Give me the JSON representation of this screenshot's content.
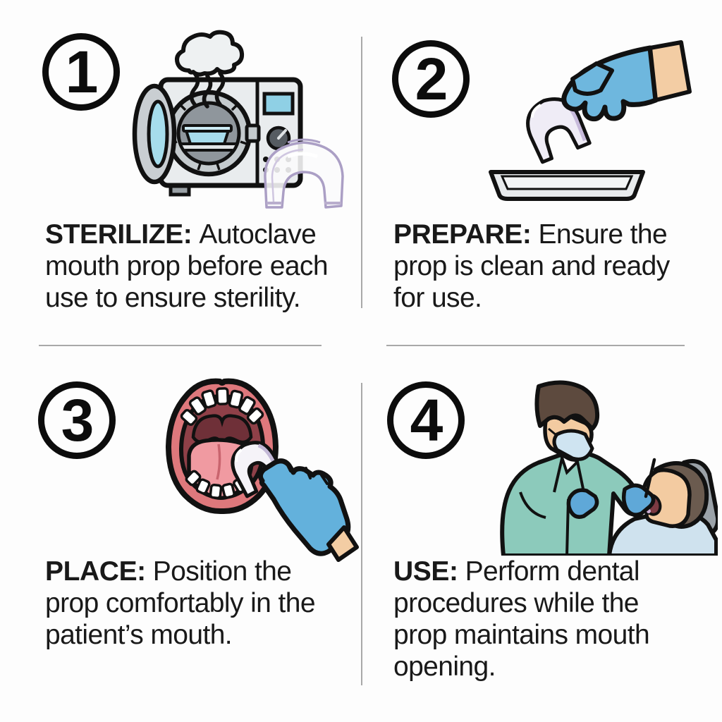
{
  "title": "mouth-prop-usage-instructions",
  "colors": {
    "outline": "#111111",
    "divider_gray": "#a9a9a9",
    "text": "#191919",
    "glove_blue": "#6eb7de",
    "scrub_teal": "#8ccabb",
    "mask_blue": "#cfe4f1",
    "skin": "#f3cda4",
    "lips_red": "#de787c",
    "mouth_dark": "#8f4048",
    "tongue_pink": "#f09aa1",
    "machine_gray": "#e9ecee",
    "screen_blue": "#8fd0e5",
    "prop_lavender": "#efecf6",
    "chair_gray": "#9ba2a8",
    "shirt_blue": "#cfe2ee"
  },
  "panels": [
    {
      "number": "1",
      "label": "STERILIZE:",
      "line1_rest": "Autoclave",
      "line2": "mouth prop before each",
      "line3": "use to ensure sterility.",
      "illustration": "autoclave-steaming-with-mouth-prop"
    },
    {
      "number": "2",
      "label": "PREPARE:",
      "line1_rest": "Ensure the",
      "line2": "prop is clean and ready",
      "line3": "for use.",
      "illustration": "gloved-hand-holding-prop-over-tray"
    },
    {
      "number": "3",
      "label": "PLACE:",
      "line1_rest": "Position the",
      "line2": "prop comfortably in the",
      "line3": "patient’s mouth.",
      "illustration": "hand-inserting-prop-into-open-mouth"
    },
    {
      "number": "4",
      "label": "USE:",
      "line1_rest": "Perform dental",
      "line2": "procedures while the",
      "line3": "prop maintains mouth",
      "line4": "opening.",
      "illustration": "dentist-treating-reclined-patient"
    }
  ]
}
